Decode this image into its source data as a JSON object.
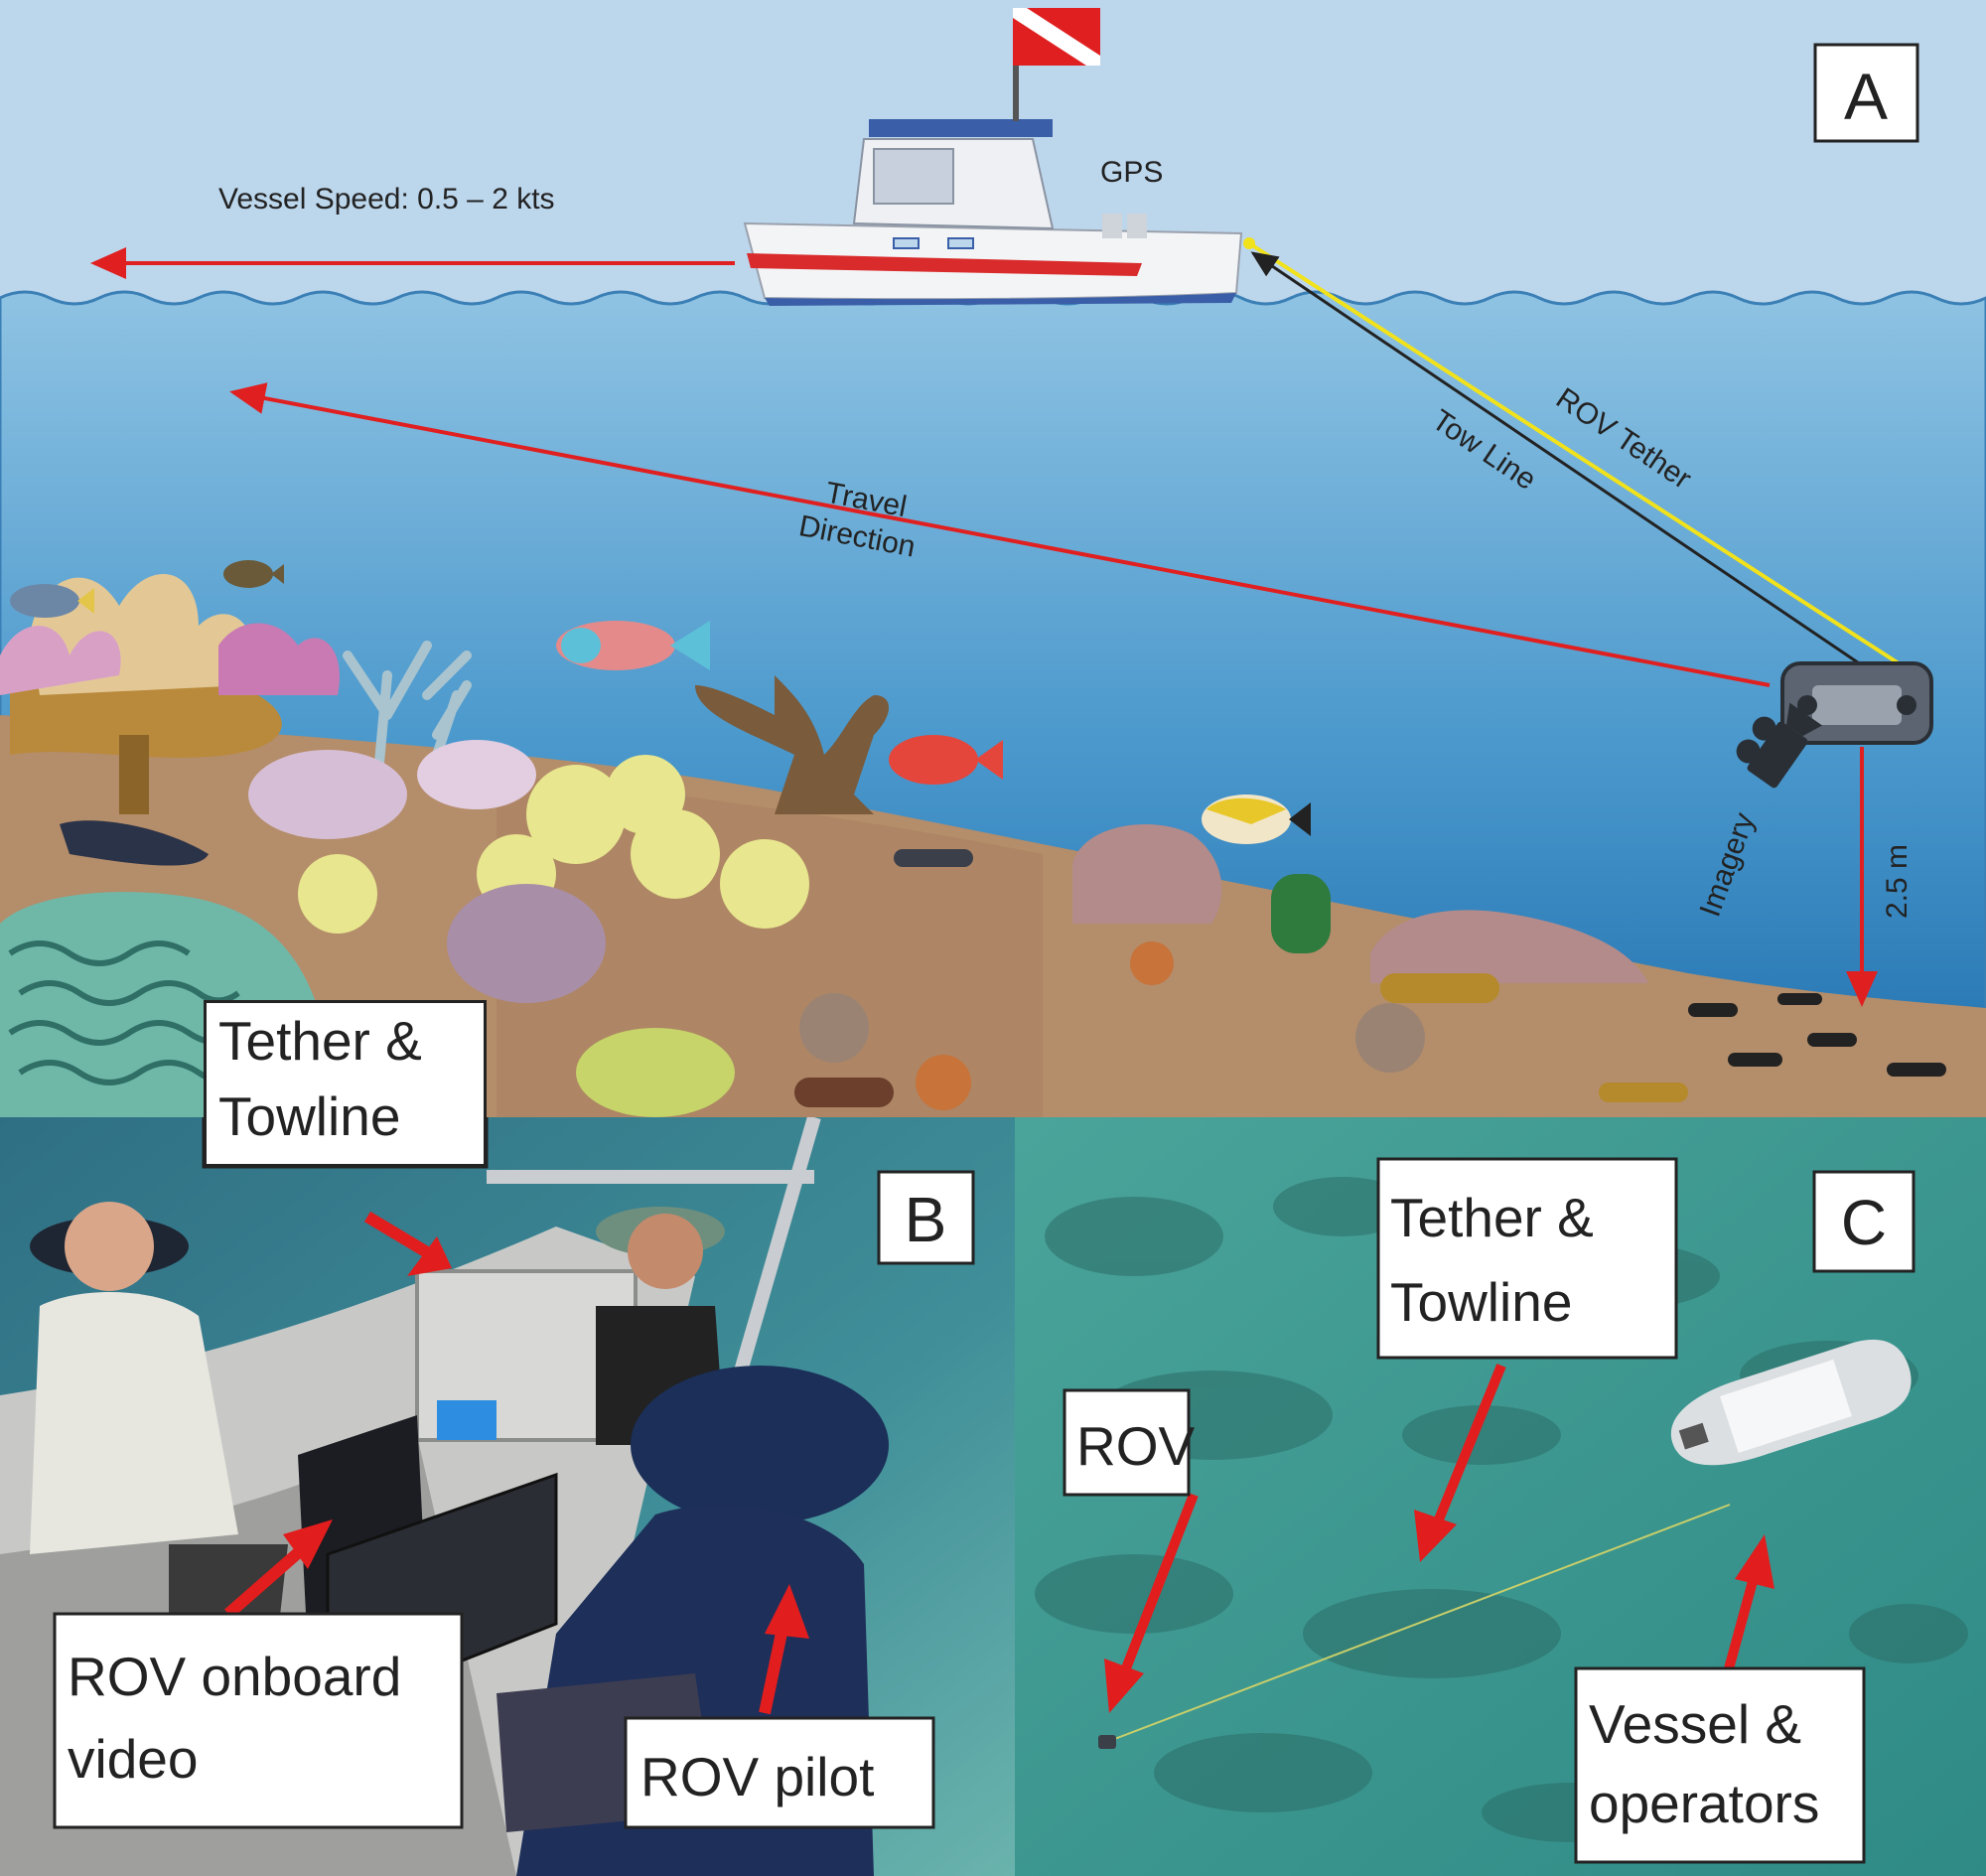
{
  "panel_a": {
    "letter": "A",
    "vessel_speed": "Vessel Speed: 0.5 – 2 kts",
    "gps": "GPS",
    "travel_direction_line1": "Travel",
    "travel_direction_line2": "Direction",
    "tow_line": "Tow Line",
    "rov_tether": "ROV Tether",
    "imagery": "Imagery",
    "height": "2.5 m",
    "colors": {
      "sky": "#bcd6ec",
      "water_top": "#8fc3e3",
      "water_bottom": "#1f78b8",
      "seabed": "#b48d6a",
      "arrow_red": "#e02020",
      "tether_yellow": "#f1e21b",
      "tow_black": "#222222"
    },
    "icons": [
      "dive-flag-icon",
      "boat-icon",
      "rov-icon",
      "camera-icon",
      "fish-icon",
      "coral-icon"
    ]
  },
  "panel_b": {
    "letter": "B",
    "tether_towline_line1": "Tether &",
    "tether_towline_line2": "Towline",
    "rov_onboard_line1": "ROV onboard",
    "rov_onboard_line2": "video",
    "rov_pilot": "ROV pilot"
  },
  "panel_c": {
    "letter": "C",
    "tether_towline_line1": "Tether &",
    "tether_towline_line2": "Towline",
    "rov": "ROV",
    "vessel_line1": "Vessel &",
    "vessel_line2": "operators"
  }
}
